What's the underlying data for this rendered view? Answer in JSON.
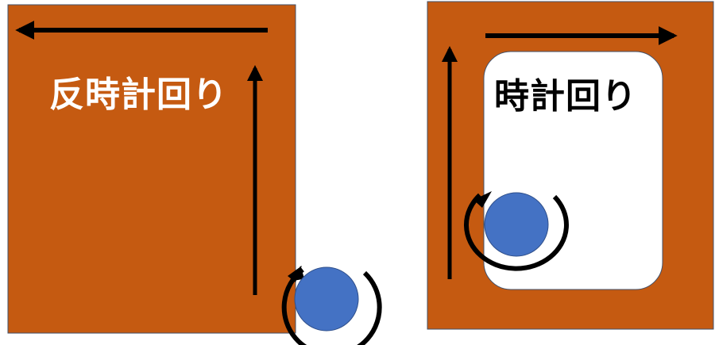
{
  "colors": {
    "wall": "#C55A11",
    "ball": "#4472C4",
    "arrow": "#000000",
    "inner_area": "#FFFFFF",
    "border": "#41516B"
  },
  "left_panel": {
    "label": "反時計回り",
    "label_color": "#FFFFFF",
    "arrows": [
      "arrow-left",
      "arrow-up"
    ],
    "rotation": "counterclockwise"
  },
  "right_panel": {
    "label": "時計回り",
    "label_color": "#000000",
    "arrows": [
      "arrow-right",
      "arrow-up"
    ],
    "rotation": "clockwise"
  }
}
